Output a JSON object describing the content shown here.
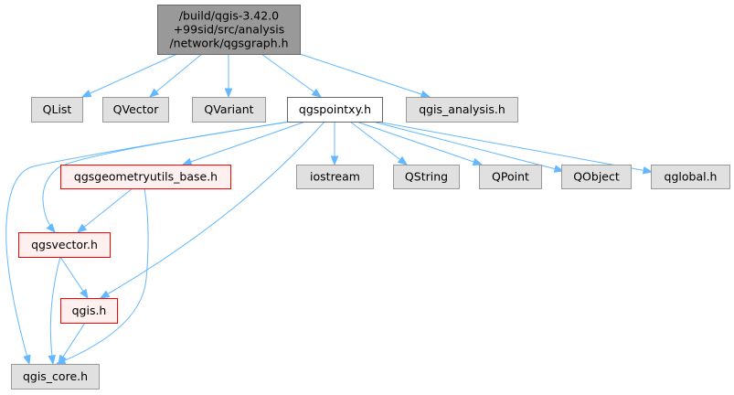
{
  "colors": {
    "root_fill": "#999999",
    "root_stroke": "#666666",
    "plain_fill": "#e0e0e0",
    "plain_stroke": "#999999",
    "white_fill": "#ffffff",
    "white_stroke": "#666666",
    "red_fill": "#fff0f0",
    "red_stroke": "#ff0000",
    "edge": "#63b8ff"
  },
  "nodes": {
    "root": {
      "lines": [
        "/build/qgis-3.42.0",
        "+99sid/src/analysis",
        "/network/qgsgraph.h"
      ],
      "style": "root"
    },
    "qlist": {
      "lines": [
        "QList"
      ],
      "style": "plain"
    },
    "qvector": {
      "lines": [
        "QVector"
      ],
      "style": "plain"
    },
    "qvariant": {
      "lines": [
        "QVariant"
      ],
      "style": "plain"
    },
    "qgspointxy": {
      "lines": [
        "qgspointxy.h"
      ],
      "style": "white"
    },
    "qgis_analysis": {
      "lines": [
        "qgis_analysis.h"
      ],
      "style": "plain"
    },
    "qgsgeometryutils_base": {
      "lines": [
        "qgsgeometryutils_base.h"
      ],
      "style": "red"
    },
    "iostream": {
      "lines": [
        "iostream"
      ],
      "style": "plain"
    },
    "qstring": {
      "lines": [
        "QString"
      ],
      "style": "plain"
    },
    "qpoint": {
      "lines": [
        "QPoint"
      ],
      "style": "plain"
    },
    "qobject": {
      "lines": [
        "QObject"
      ],
      "style": "plain"
    },
    "qglobal": {
      "lines": [
        "qglobal.h"
      ],
      "style": "plain"
    },
    "qgsvector": {
      "lines": [
        "qgsvector.h"
      ],
      "style": "red"
    },
    "qgis": {
      "lines": [
        "qgis.h"
      ],
      "style": "red"
    },
    "qgis_core": {
      "lines": [
        "qgis_core.h"
      ],
      "style": "plain"
    }
  },
  "edges": [
    [
      "root",
      "qlist"
    ],
    [
      "root",
      "qvector"
    ],
    [
      "root",
      "qvariant"
    ],
    [
      "root",
      "qgspointxy"
    ],
    [
      "root",
      "qgis_analysis"
    ],
    [
      "qgspointxy",
      "qgsgeometryutils_base"
    ],
    [
      "qgspointxy",
      "iostream"
    ],
    [
      "qgspointxy",
      "qstring"
    ],
    [
      "qgspointxy",
      "qpoint"
    ],
    [
      "qgspointxy",
      "qobject"
    ],
    [
      "qgspointxy",
      "qglobal"
    ],
    [
      "qgspointxy",
      "qgsvector"
    ],
    [
      "qgspointxy",
      "qgis"
    ],
    [
      "qgspointxy",
      "qgis_core"
    ],
    [
      "qgsgeometryutils_base",
      "qgsvector"
    ],
    [
      "qgsgeometryutils_base",
      "qgis_core"
    ],
    [
      "qgsvector",
      "qgis"
    ],
    [
      "qgsvector",
      "qgis_core"
    ],
    [
      "qgis",
      "qgis_core"
    ]
  ]
}
